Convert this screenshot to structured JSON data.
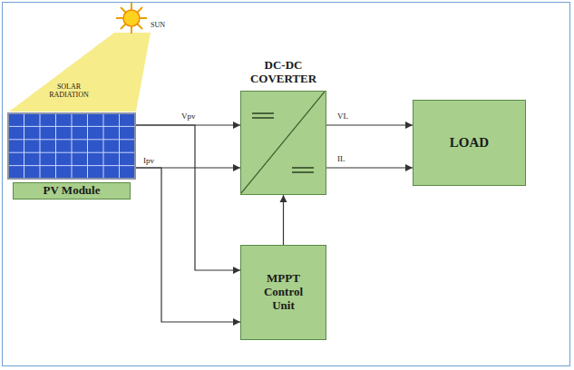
{
  "diagram": {
    "nodes": [
      {
        "text": [
          "PV Module"
        ]
      },
      {
        "text": [
          "DC-DC COVERTER"
        ]
      },
      {
        "text": [
          "LOAD"
        ]
      },
      {
        "text": [
          "MPPT Control Unit"
        ]
      }
    ],
    "edges": [
      {
        "from": 0,
        "to": 1,
        "label": "Vpv",
        "arrow": "to"
      },
      {
        "from": 0,
        "to": 1,
        "label": "Ipv",
        "arrow": "to"
      },
      {
        "from": 1,
        "to": 2,
        "label": "VL",
        "arrow": "to"
      },
      {
        "from": 1,
        "to": 2,
        "label": "IL",
        "arrow": "to"
      },
      {
        "from": 3,
        "to": 1,
        "arrow": "to"
      },
      {
        "from": 0,
        "to": 3,
        "arrow": "to"
      },
      {
        "from": 0,
        "to": 3,
        "arrow": "to"
      }
    ],
    "labels": [
      "SUN",
      "SOLAR RADIATION"
    ]
  }
}
